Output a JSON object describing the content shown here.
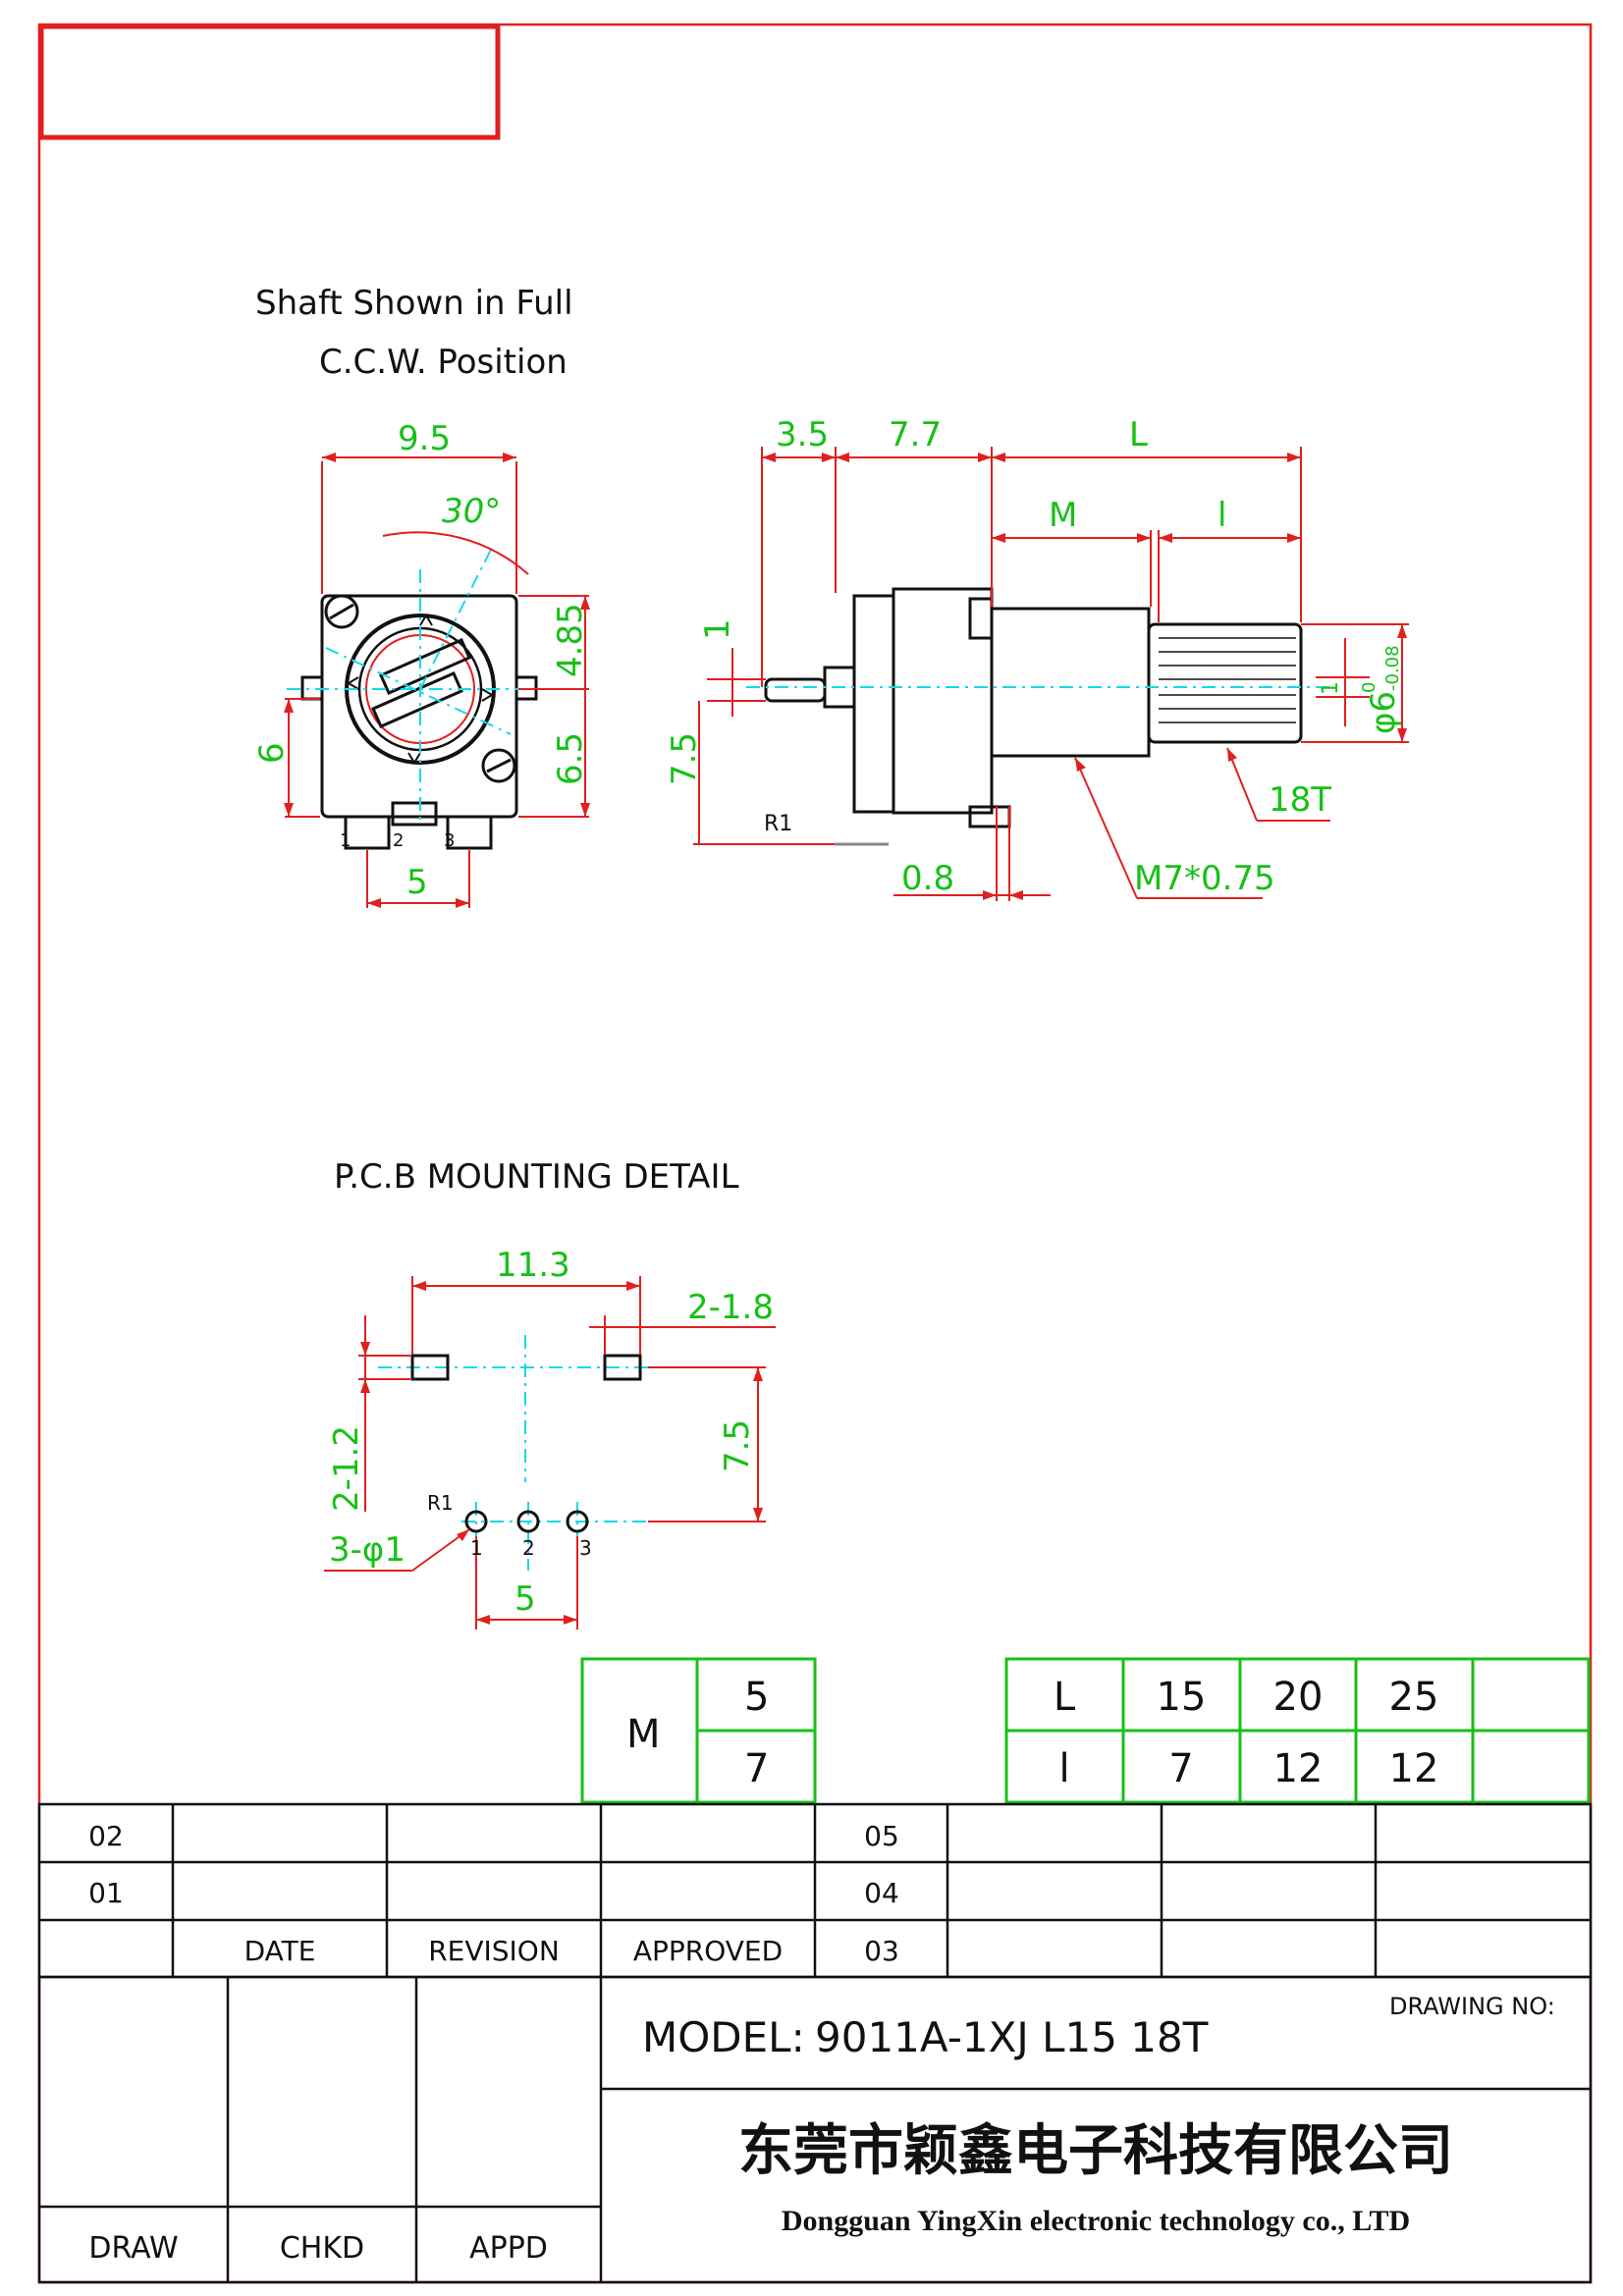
{
  "notes": {
    "shaft_line1": "Shaft Shown in Full",
    "shaft_line2": "C.C.W. Position",
    "pcb_title": "P.C.B MOUNTING DETAIL"
  },
  "front_view": {
    "dims": {
      "width": "9.5",
      "angle": "30°",
      "upper": "4.85",
      "lower": "6.5",
      "left": "6",
      "pitch": "5"
    },
    "pins": [
      "1",
      "2",
      "3"
    ]
  },
  "side_view": {
    "dims": {
      "d1": "3.5",
      "d2": "7.7",
      "L": "L",
      "M": "M",
      "l": "l",
      "one": "1",
      "seven5": "7.5",
      "r1": "R1",
      "zero8": "0.8",
      "thread": "M7*0.75",
      "knurl": "18T",
      "shaft_dia": "φ6",
      "tol_up": "0",
      "tol_down": "-0.08",
      "shaft_one": "1"
    }
  },
  "pcb": {
    "dims": {
      "span": "11.3",
      "slot": "2-1.8",
      "slot_h": "2-1.2",
      "hole_pitch": "7.5",
      "r1": "R1",
      "holes": "3-φ1",
      "pitch": "5"
    },
    "pins": [
      "1",
      "2",
      "3"
    ]
  },
  "table_m": {
    "label": "M",
    "values": [
      "5",
      "7"
    ]
  },
  "table_l": {
    "rows": [
      [
        "L",
        "15",
        "20",
        "25",
        ""
      ],
      [
        "l",
        "7",
        "12",
        "12",
        ""
      ]
    ]
  },
  "revision_block": {
    "left_rows": [
      [
        "02",
        "",
        "",
        ""
      ],
      [
        "01",
        "",
        "",
        ""
      ],
      [
        "",
        "DATE",
        "REVISION",
        "APPROVED"
      ]
    ],
    "right_rows": [
      [
        "05",
        "",
        "",
        ""
      ],
      [
        "04",
        "",
        "",
        ""
      ],
      [
        "03",
        "",
        "",
        ""
      ]
    ]
  },
  "title_block": {
    "model_label": "MODEL:",
    "model_value": "9011A-1XJ  L15  18T",
    "drawing_no_label": "DRAWING  NO:",
    "company_cn": "东莞市颖鑫电子科技有限公司",
    "company_en": "Dongguan YingXin electronic technology co., LTD",
    "sign_labels": [
      "DRAW",
      "CHKD",
      "APPD"
    ]
  },
  "colors": {
    "frame": "#e02020",
    "dim": "#17c017",
    "center": "#18d8e8",
    "part": "#111111"
  }
}
